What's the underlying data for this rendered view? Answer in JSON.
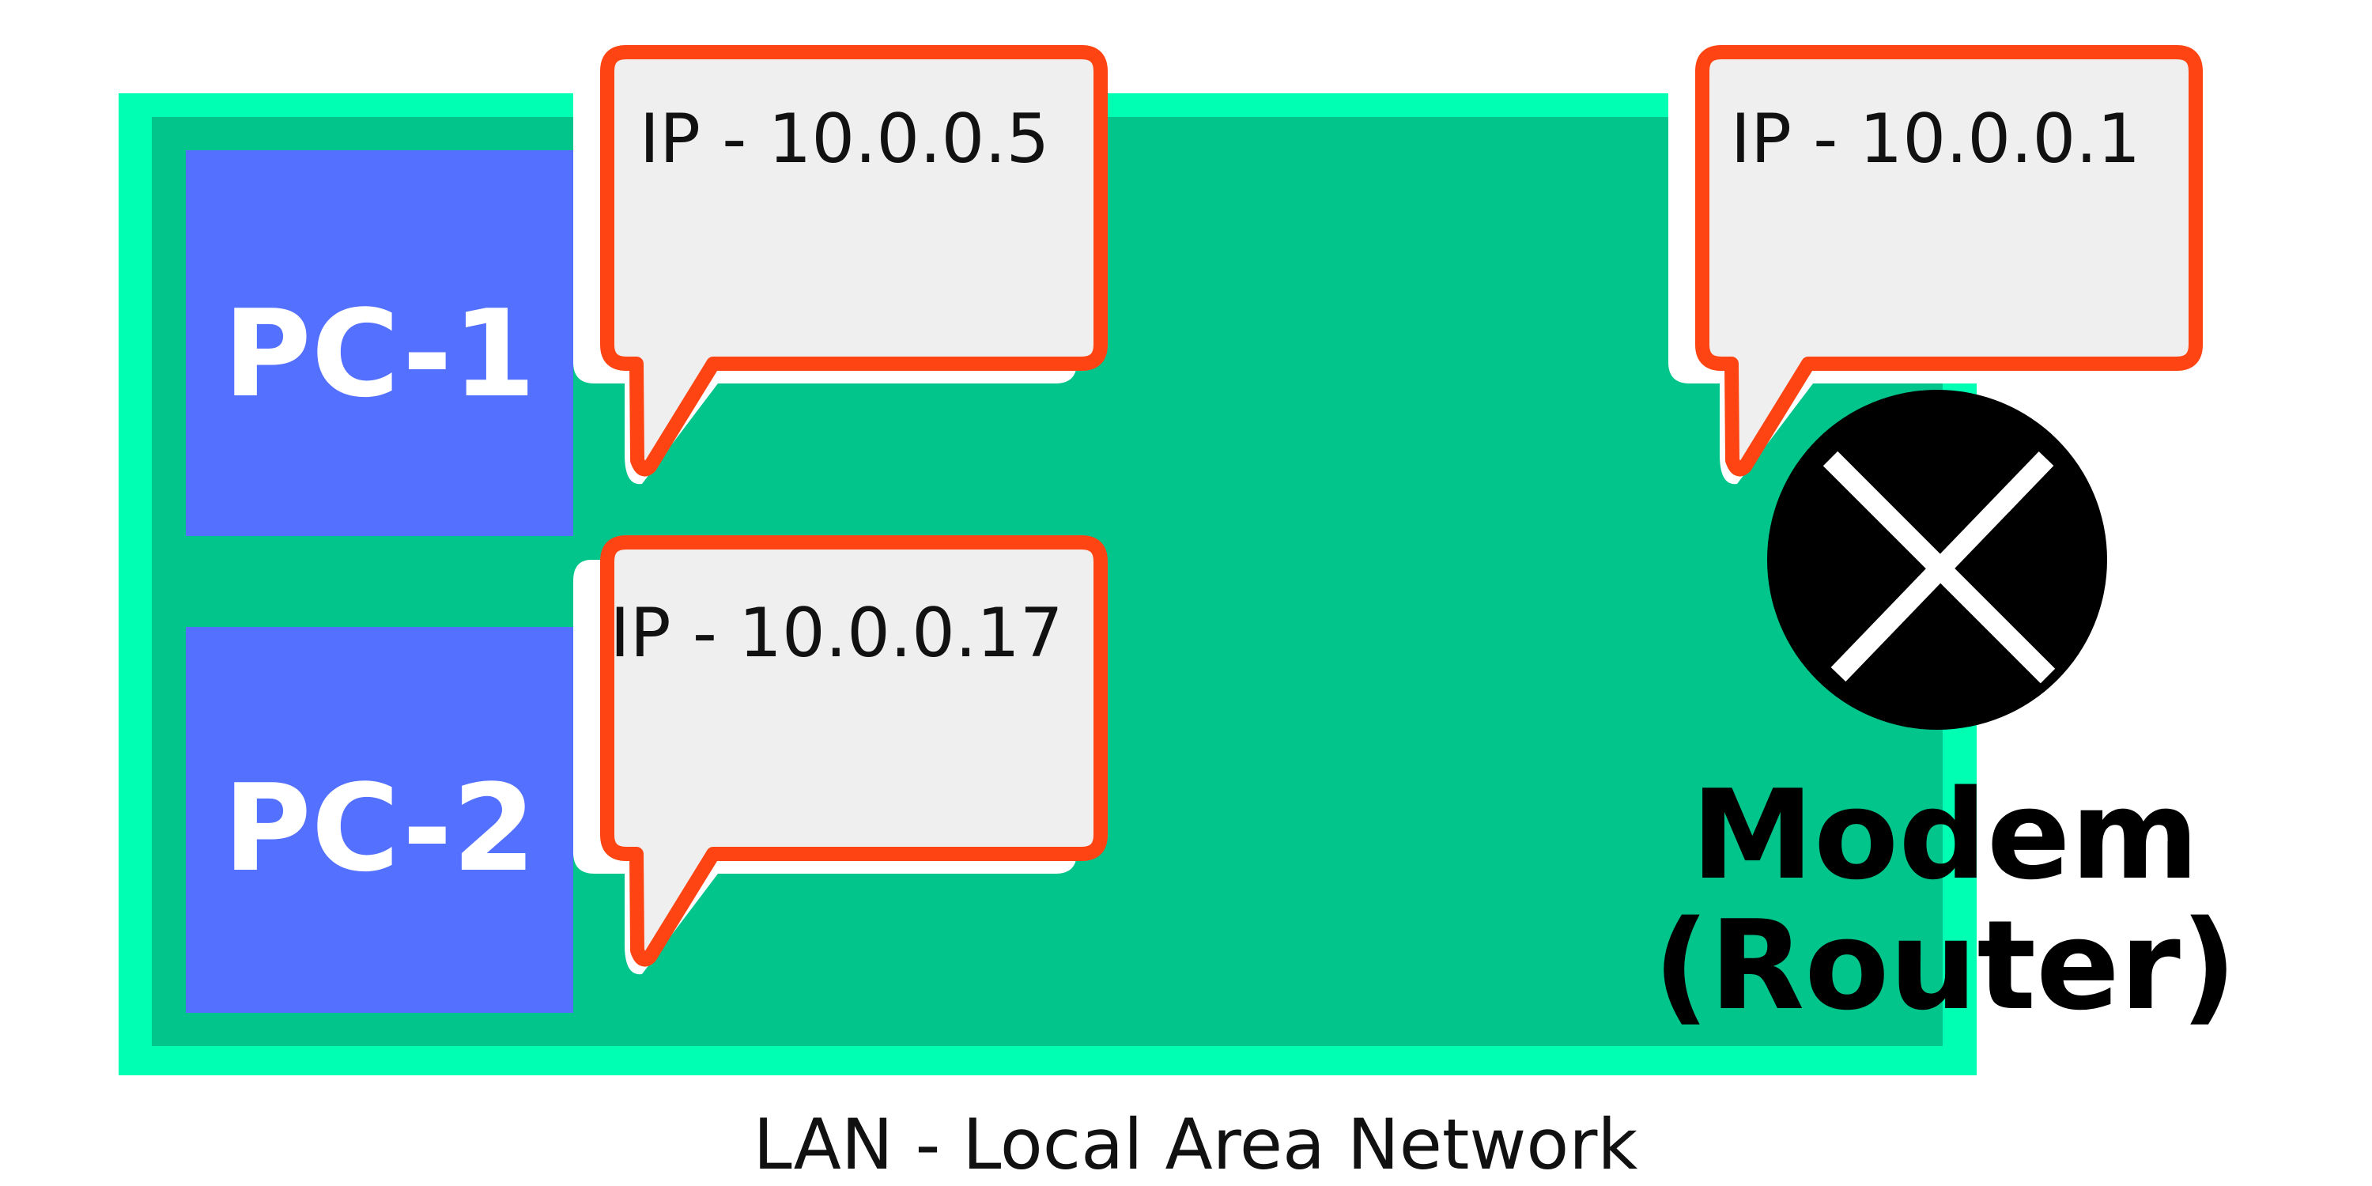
{
  "colors": {
    "lan_outer": "#00FFB3",
    "lan_inner": "#02C58C",
    "pc_box": "#5470FF",
    "bubble_fill": "#EFEFEF",
    "bubble_border": "#FF4413",
    "router_circle": "#000000",
    "router_cross": "#FFFFFF",
    "pc_label": "#FFFFFF",
    "text_dark": "#111111"
  },
  "pcs": [
    {
      "label": "PC-1",
      "ip": "IP - 10.0.0.5"
    },
    {
      "label": "PC-2",
      "ip": "IP - 10.0.0.17"
    }
  ],
  "router": {
    "ip": "IP - 10.0.0.1",
    "label_line1": "Modem",
    "label_line2": "(Router)",
    "icon": "router-cross-icon"
  },
  "network": {
    "label": "LAN - Local Area Network"
  }
}
